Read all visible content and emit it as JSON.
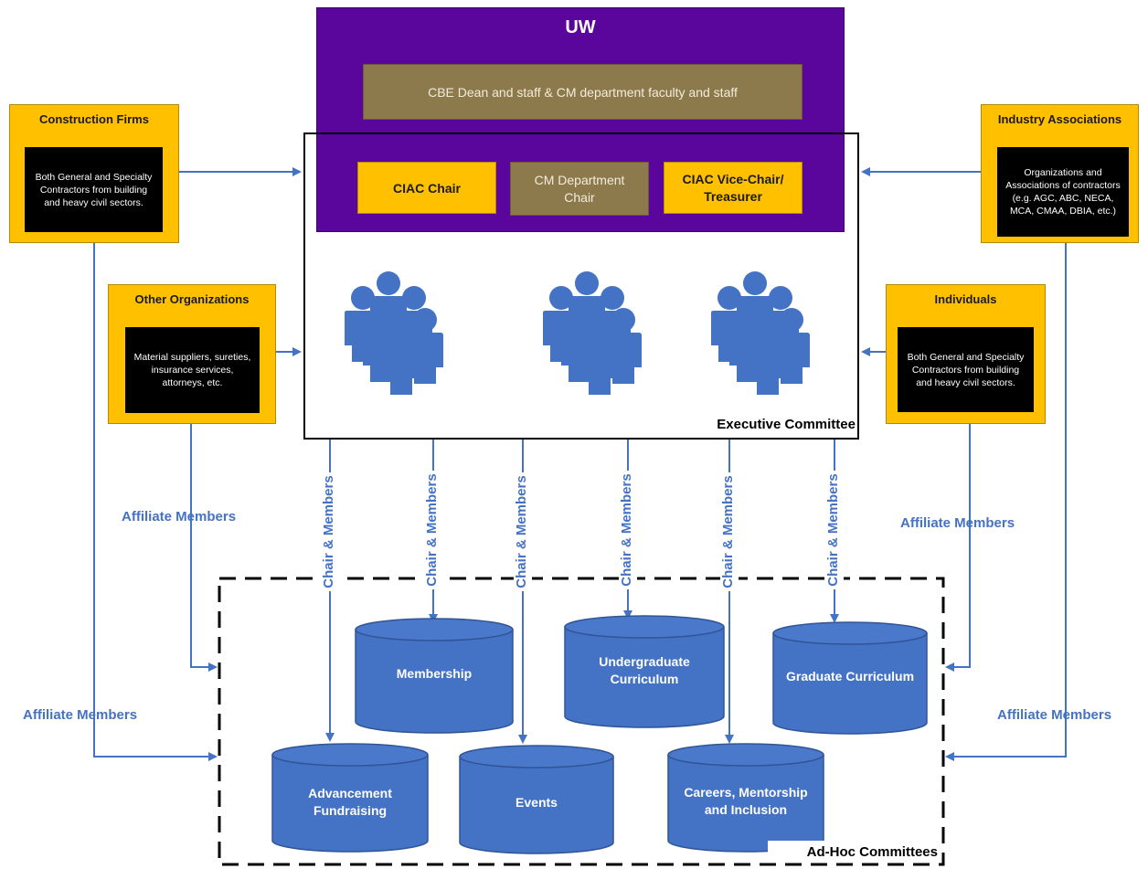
{
  "uw": {
    "title": "UW",
    "dean_staff": "CBE Dean and staff & CM department faculty and staff",
    "ciac_chair": "CIAC Chair",
    "cm_department_chair": "CM Department Chair",
    "ciac_vice_chair": "CIAC Vice-Chair/ Treasurer"
  },
  "executive_committee": {
    "label": "Executive Committee"
  },
  "construction_firms": {
    "title": "Construction Firms",
    "description": "Both General and Specialty Contractors from building and heavy civil sectors."
  },
  "industry_associations": {
    "title": "Industry Associations",
    "description": "Organizations and Associations of contractors (e.g. AGC, ABC, NECA, MCA, CMAA, DBIA, etc.)"
  },
  "other_organizations": {
    "title": "Other Organizations",
    "description": "Material suppliers, sureties, insurance services, attorneys, etc."
  },
  "individuals": {
    "title": "Individuals",
    "description": "Both General and Specialty Contractors from building and heavy civil sectors."
  },
  "affiliate_label": "Affiliate Members",
  "chair_members_label": "Chair & Members",
  "ad_hoc": {
    "label": "Ad-Hoc Committees",
    "committees": {
      "membership": "Membership",
      "undergraduate": "Undergraduate Curriculum",
      "graduate": "Graduate Curriculum",
      "advancement": "Advancement Fundraising",
      "events": "Events",
      "careers": "Careers, Mentorship and Inclusion"
    }
  },
  "colors": {
    "uw_purple": "#5a069c",
    "gold": "#ffc000",
    "khaki": "#8c7a4d",
    "blue": "#4472c4"
  }
}
